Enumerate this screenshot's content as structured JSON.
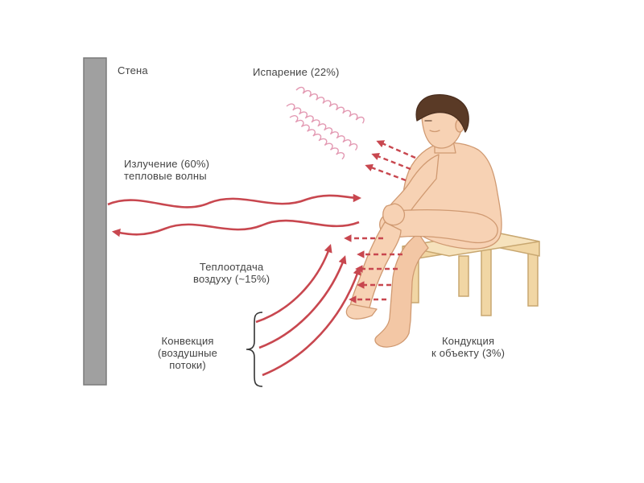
{
  "labels": {
    "wall": "Стена",
    "evaporation": "Испарение (22%)",
    "radiation_line1": "Излучение (60%)",
    "radiation_line2": "тепловые волны",
    "air_line1": "Теплоотдача",
    "air_line2": "воздуху (~15%)",
    "convection_line1": "Конвекция",
    "convection_line2": "(воздушные",
    "convection_line3": "потоки)",
    "conduction_line1": "Кондукция",
    "conduction_line2": "к объекту (3%)"
  },
  "colors": {
    "wall": "#a0a0a0",
    "wall_border": "#7a7a7a",
    "arrow": "#c8474f",
    "wave": "#e39ab3",
    "skin": "#f7d2b4",
    "skin_outline": "#d09a72",
    "hair": "#5a3a26",
    "bench": "#f1d6a4",
    "bench_outline": "#c8a770",
    "text": "#444444"
  }
}
